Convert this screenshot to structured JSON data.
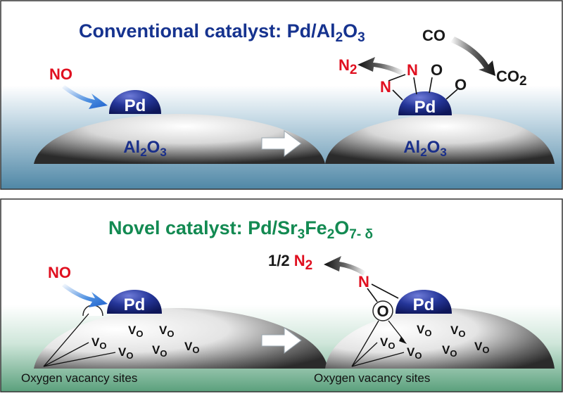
{
  "panel_top": {
    "title_prefix": "Conventional catalyst: Pd/Al",
    "title_sub1": "2",
    "title_mid": "O",
    "title_sub2": "3",
    "left": {
      "reactant": "NO",
      "metal": "Pd",
      "support": "Al",
      "support_sub1": "2",
      "support_mid": "O",
      "support_sub2": "3"
    },
    "right": {
      "metal": "Pd",
      "support": "Al",
      "support_sub1": "2",
      "support_mid": "O",
      "support_sub2": "3",
      "adsorbed_n1": "N",
      "adsorbed_n2": "N",
      "adsorbed_o1": "O",
      "adsorbed_o2": "O",
      "product_n2": "N",
      "product_n2_sub": "2",
      "co": "CO",
      "co2": "CO",
      "co2_sub": "2"
    }
  },
  "panel_bottom": {
    "title_prefix": "Novel catalyst: Pd/Sr",
    "t_s1": "3",
    "t_fe": "Fe",
    "t_s2": "2",
    "t_o": "O",
    "t_s3": "7- δ",
    "left": {
      "reactant": "NO",
      "metal": "Pd",
      "vacancy": "V",
      "vacancy_sub": "O",
      "caption": "Oxygen vacancy sites"
    },
    "right": {
      "metal": "Pd",
      "n": "N",
      "o": "O",
      "product_prefix": "1/2 ",
      "product": "N",
      "product_sub": "2",
      "vacancy": "V",
      "vacancy_sub": "O",
      "caption": "Oxygen vacancy sites"
    }
  },
  "colors": {
    "title_top": "#16338f",
    "title_bottom": "#138a52",
    "nitrogen": "#e01020",
    "pd": "#15236e"
  }
}
